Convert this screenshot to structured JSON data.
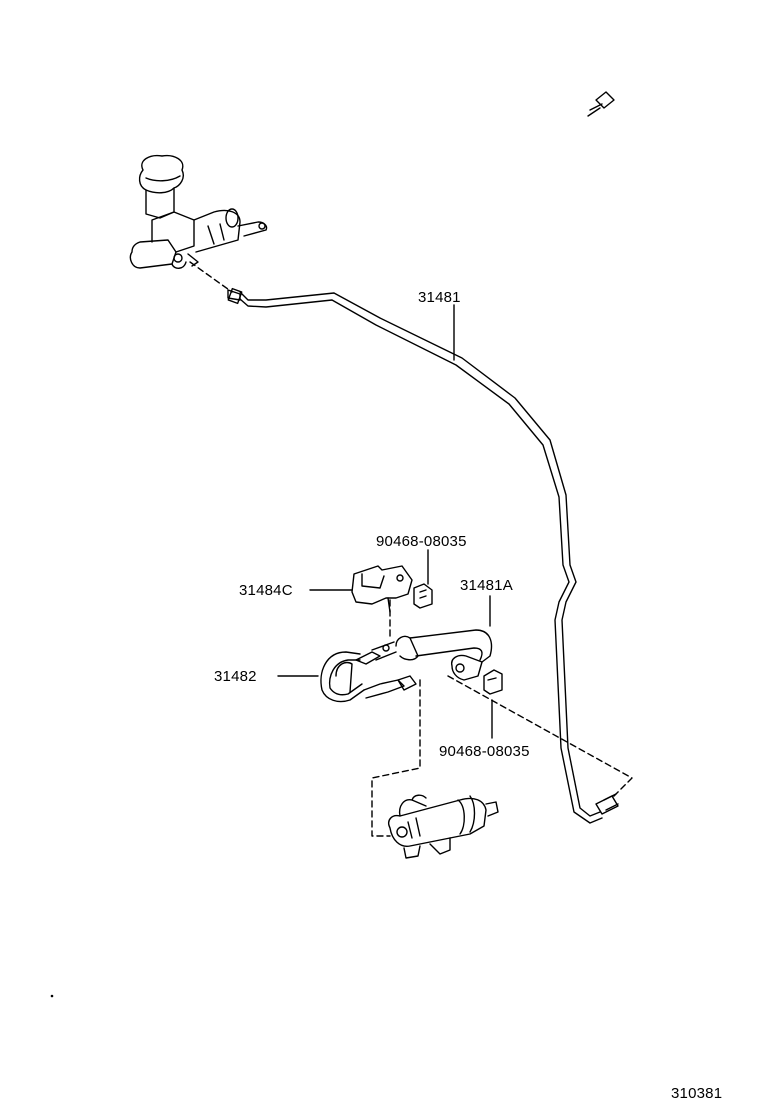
{
  "diagram": {
    "labels": {
      "pipe_main": "31481",
      "clip_top": "90468-08035",
      "bracket": "31484C",
      "pipe_a": "31481A",
      "hose": "31482",
      "clip_bottom": "90468-08035"
    },
    "figure_number": "310381"
  }
}
